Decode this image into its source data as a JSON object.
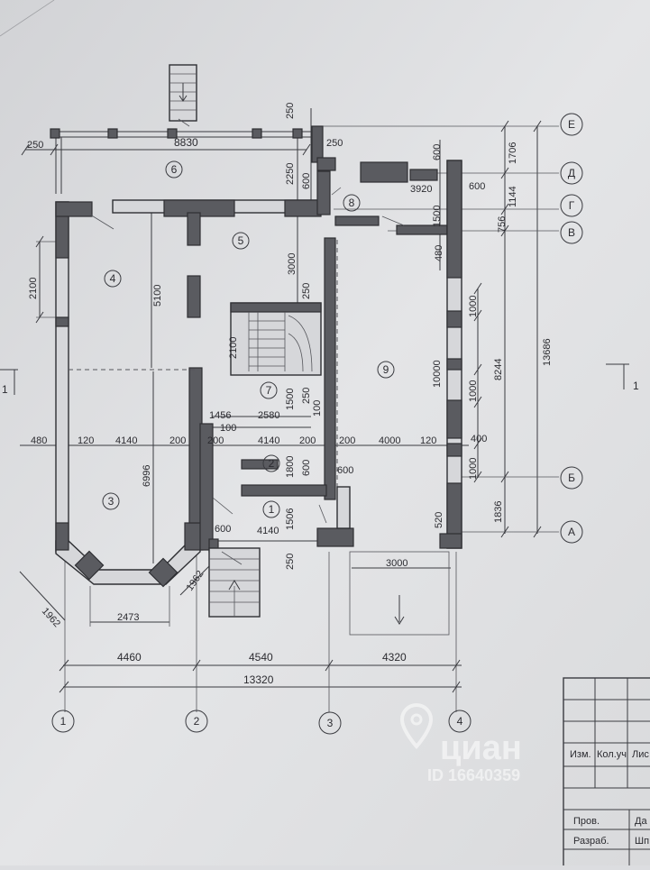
{
  "dimensions": {
    "top_250": "250",
    "overall_top": "8830",
    "top_right_250": "250",
    "porch_250_a": "250",
    "v_2250": "2250",
    "v_600_a": "600",
    "d_600_top": "600",
    "d_1706": "1706",
    "d_3920": "3920",
    "d_600_r": "600",
    "d_1144": "1144",
    "d_1500_top": "1500",
    "d_756": "756",
    "d_480_r": "480",
    "left_2100": "2100",
    "v_5100": "5100",
    "v_3000": "3000",
    "v_250_stair": "250",
    "v_2100_stair": "2100",
    "d_1000_a": "1000",
    "d_1000_b": "1000",
    "d_1000_c": "1000",
    "d_8244": "8244",
    "d_13686": "13686",
    "v_10000": "10000",
    "d_1456": "1456",
    "d_2580": "2580",
    "d_100_a": "100",
    "d_1500_mid": "1500",
    "d_250_mid": "250",
    "d_100_b": "100",
    "row_480": "480",
    "row_120a": "120",
    "row_4140a": "4140",
    "row_200a": "200",
    "row_200b": "200",
    "row_4140b": "4140",
    "row_200c": "200",
    "row_200d": "200",
    "row_4000": "4000",
    "row_120b": "120",
    "row_400": "400",
    "v_6996": "6996",
    "d_1800": "1800",
    "d_600_mid": "600",
    "d_600_small": "600",
    "d_1506": "1506",
    "d_4140_low": "4140",
    "d_600_low": "600",
    "d_520": "520",
    "d_1836": "1836",
    "d_250_low": "250",
    "d_3000_low": "3000",
    "d_1962_a": "1962",
    "d_1962_b": "1962",
    "d_2473": "2473",
    "bot_4460": "4460",
    "bot_4540": "4540",
    "bot_4320": "4320",
    "bot_13320": "13320"
  },
  "rooms": [
    "1",
    "2",
    "3",
    "4",
    "5",
    "6",
    "7",
    "8",
    "9"
  ],
  "axes_bottom": [
    "1",
    "2",
    "3",
    "4"
  ],
  "axes_right": [
    "Е",
    "Д",
    "Г",
    "В",
    "Б",
    "А"
  ],
  "section_marks": [
    "1",
    "1"
  ],
  "title_block": {
    "h_izm": "Изм.",
    "h_koluch": "Кол.уч",
    "h_list": "Лис",
    "prov": "Пров.",
    "prov_date": "Да",
    "razrab": "Разраб.",
    "razrab_name": "Шп"
  },
  "watermark": {
    "brand": "циан",
    "id": "ID 16640359"
  }
}
